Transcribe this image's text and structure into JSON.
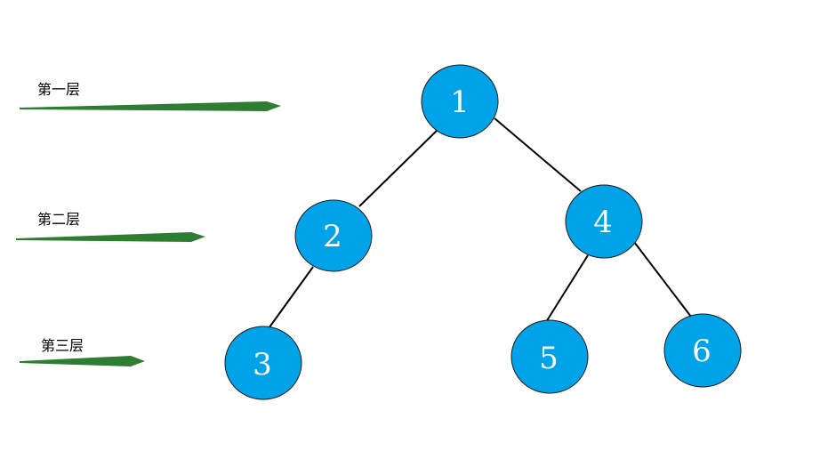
{
  "colors": {
    "node_fill": "#00a2e8",
    "arrow": "#2e7d32",
    "edge": "#000000",
    "node_text": "#ffffff"
  },
  "levels": [
    {
      "label": "第一层"
    },
    {
      "label": "第二层"
    },
    {
      "label": "第三层"
    }
  ],
  "nodes": [
    {
      "id": "n1",
      "label": "1",
      "level": 1
    },
    {
      "id": "n2",
      "label": "2",
      "level": 2
    },
    {
      "id": "n4",
      "label": "4",
      "level": 2
    },
    {
      "id": "n3",
      "label": "3",
      "level": 3
    },
    {
      "id": "n5",
      "label": "5",
      "level": 3
    },
    {
      "id": "n6",
      "label": "6",
      "level": 3
    }
  ],
  "edges": [
    {
      "from": "n1",
      "to": "n2"
    },
    {
      "from": "n1",
      "to": "n4"
    },
    {
      "from": "n2",
      "to": "n3"
    },
    {
      "from": "n4",
      "to": "n5"
    },
    {
      "from": "n4",
      "to": "n6"
    }
  ]
}
